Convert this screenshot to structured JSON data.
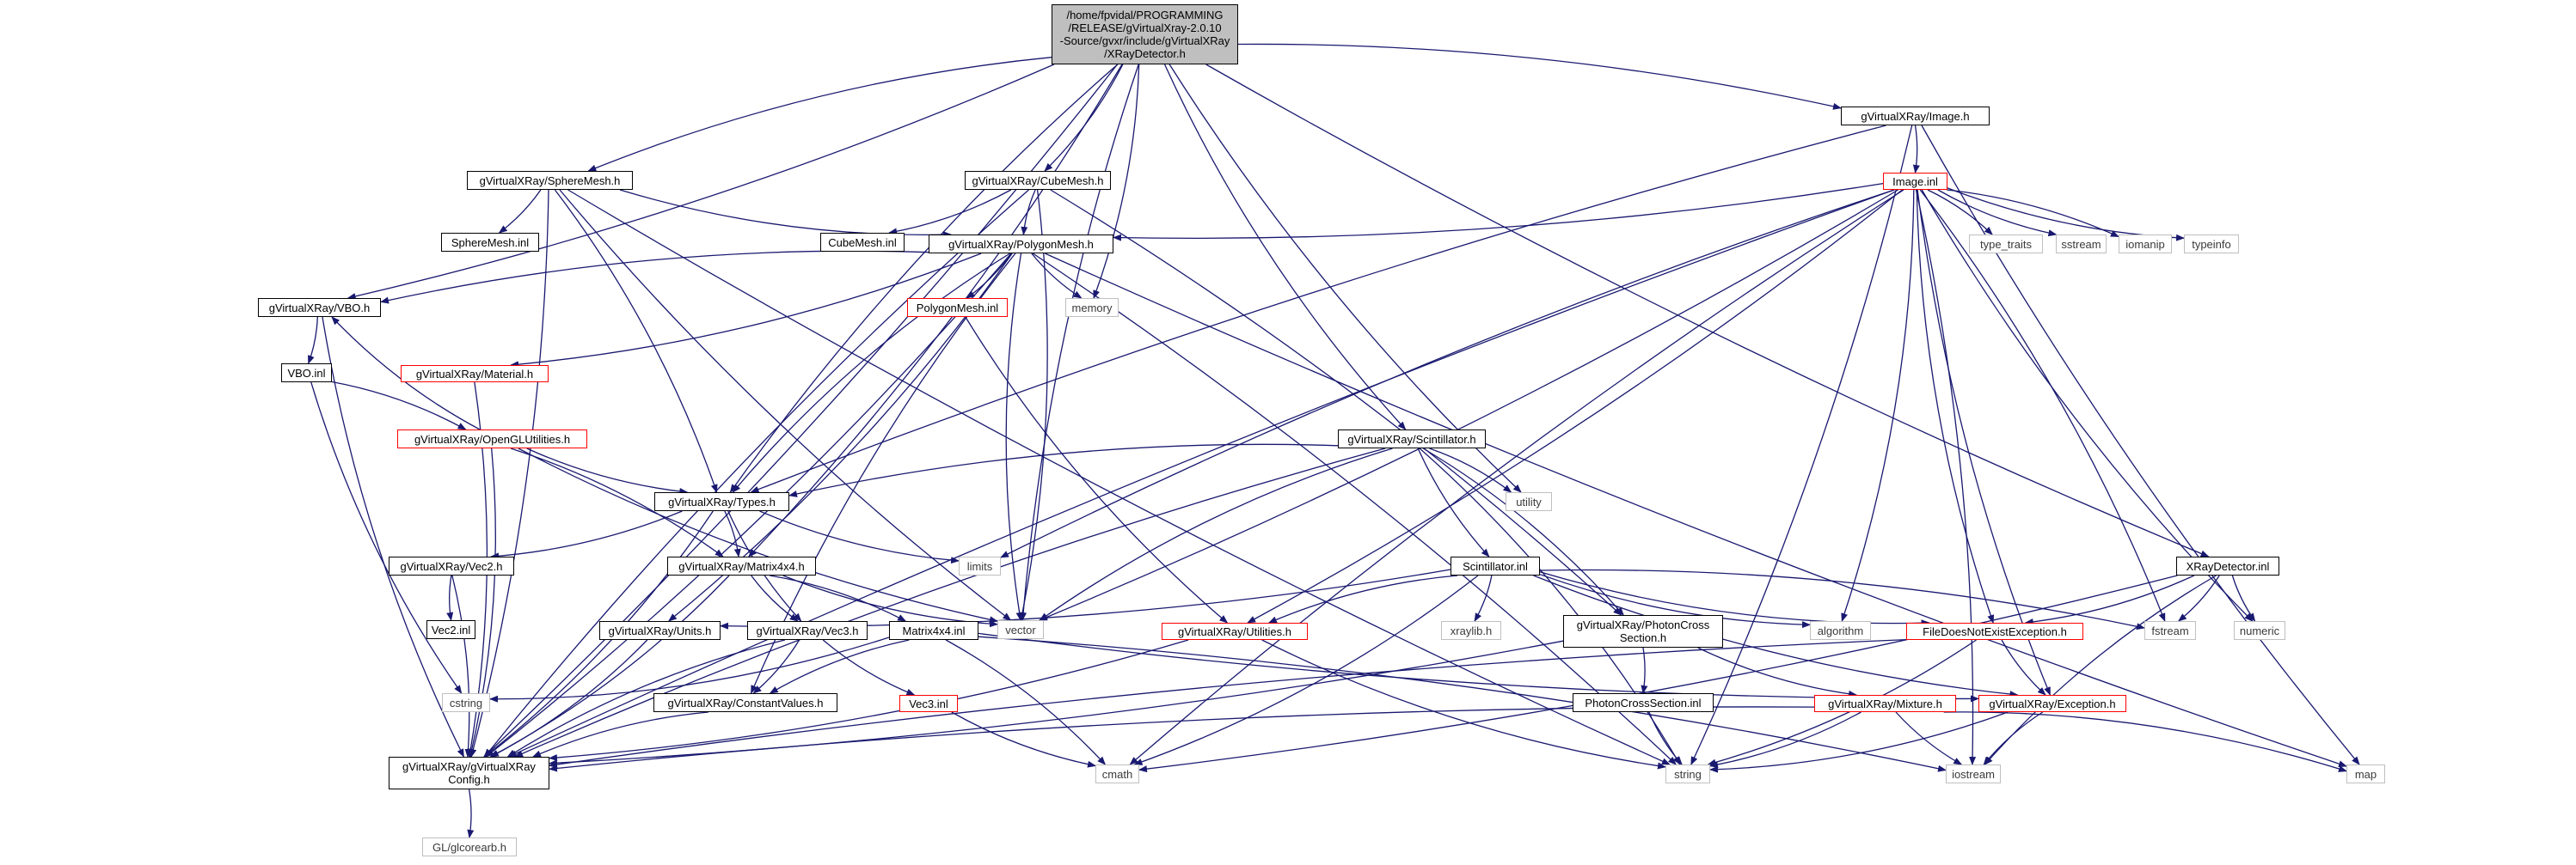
{
  "graph": {
    "colors": {
      "edge": "#191970",
      "normal_border": "#000000",
      "red_border": "#ff0000",
      "gray_border": "#bfbfbf",
      "root_fill": "#bfbfbf"
    },
    "nodes": [
      {
        "id": "root",
        "label": "/home/fpvidal/PROGRAMMING\n/RELEASE/gVirtualXray-2.0.10\n-Source/gvxr/include/gVirtualXRay\n/XRayDetector.h",
        "style": "root"
      },
      {
        "id": "image_h",
        "label": "gVirtualXRay/Image.h",
        "style": "normal"
      },
      {
        "id": "image_inl",
        "label": "Image.inl",
        "style": "red"
      },
      {
        "id": "spheremesh_h",
        "label": "gVirtualXRay/SphereMesh.h",
        "style": "normal"
      },
      {
        "id": "cubemesh_h",
        "label": "gVirtualXRay/CubeMesh.h",
        "style": "normal"
      },
      {
        "id": "spheremesh_inl",
        "label": "SphereMesh.inl",
        "style": "normal"
      },
      {
        "id": "cubemesh_inl",
        "label": "CubeMesh.inl",
        "style": "normal"
      },
      {
        "id": "polygonmesh_h",
        "label": "gVirtualXRay/PolygonMesh.h",
        "style": "normal"
      },
      {
        "id": "type_traits",
        "label": "type_traits",
        "style": "gray"
      },
      {
        "id": "sstream",
        "label": "sstream",
        "style": "gray"
      },
      {
        "id": "iomanip",
        "label": "iomanip",
        "style": "gray"
      },
      {
        "id": "typeinfo",
        "label": "typeinfo",
        "style": "gray"
      },
      {
        "id": "vbo_h",
        "label": "gVirtualXRay/VBO.h",
        "style": "normal"
      },
      {
        "id": "polygonmesh_inl",
        "label": "PolygonMesh.inl",
        "style": "red"
      },
      {
        "id": "memory",
        "label": "memory",
        "style": "gray"
      },
      {
        "id": "vbo_inl",
        "label": "VBO.inl",
        "style": "normal"
      },
      {
        "id": "material_h",
        "label": "gVirtualXRay/Material.h",
        "style": "red"
      },
      {
        "id": "opengl_h",
        "label": "gVirtualXRay/OpenGLUtilities.h",
        "style": "red"
      },
      {
        "id": "scintillator_h",
        "label": "gVirtualXRay/Scintillator.h",
        "style": "normal"
      },
      {
        "id": "utility",
        "label": "utility",
        "style": "gray"
      },
      {
        "id": "types_h",
        "label": "gVirtualXRay/Types.h",
        "style": "normal"
      },
      {
        "id": "limits",
        "label": "limits",
        "style": "gray"
      },
      {
        "id": "vec2_h",
        "label": "gVirtualXRay/Vec2.h",
        "style": "normal"
      },
      {
        "id": "matrix_h",
        "label": "gVirtualXRay/Matrix4x4.h",
        "style": "normal"
      },
      {
        "id": "scint_inl",
        "label": "Scintillator.inl",
        "style": "normal"
      },
      {
        "id": "xraydet_inl",
        "label": "XRayDetector.inl",
        "style": "normal"
      },
      {
        "id": "vector",
        "label": "vector",
        "style": "gray"
      },
      {
        "id": "vec2_inl",
        "label": "Vec2.inl",
        "style": "normal"
      },
      {
        "id": "units_h",
        "label": "gVirtualXRay/Units.h",
        "style": "normal"
      },
      {
        "id": "vec3_h",
        "label": "gVirtualXRay/Vec3.h",
        "style": "normal"
      },
      {
        "id": "matrix_inl",
        "label": "Matrix4x4.inl",
        "style": "normal"
      },
      {
        "id": "utilities_h",
        "label": "gVirtualXRay/Utilities.h",
        "style": "red"
      },
      {
        "id": "xraylib",
        "label": "xraylib.h",
        "style": "gray"
      },
      {
        "id": "algorithm",
        "label": "algorithm",
        "style": "gray"
      },
      {
        "id": "photon_h",
        "label": "gVirtualXRay/PhotonCross\nSection.h",
        "style": "normal"
      },
      {
        "id": "fdne_h",
        "label": "FileDoesNotExistException.h",
        "style": "red"
      },
      {
        "id": "fstream",
        "label": "fstream",
        "style": "gray"
      },
      {
        "id": "numeric",
        "label": "numeric",
        "style": "gray"
      },
      {
        "id": "cstring",
        "label": "cstring",
        "style": "gray"
      },
      {
        "id": "constvalues_h",
        "label": "gVirtualXRay/ConstantValues.h",
        "style": "normal"
      },
      {
        "id": "vec3_inl",
        "label": "Vec3.inl",
        "style": "red"
      },
      {
        "id": "photon_inl",
        "label": "PhotonCrossSection.inl",
        "style": "normal"
      },
      {
        "id": "mixture_h",
        "label": "gVirtualXRay/Mixture.h",
        "style": "red"
      },
      {
        "id": "exception_h",
        "label": "gVirtualXRay/Exception.h",
        "style": "red"
      },
      {
        "id": "config_h",
        "label": "gVirtualXRay/gVirtualXRay\nConfig.h",
        "style": "normal"
      },
      {
        "id": "cmath",
        "label": "cmath",
        "style": "gray"
      },
      {
        "id": "string",
        "label": "string",
        "style": "gray"
      },
      {
        "id": "iostream",
        "label": "iostream",
        "style": "gray"
      },
      {
        "id": "map",
        "label": "map",
        "style": "gray"
      },
      {
        "id": "glcorearb",
        "label": "GL/glcorearb.h",
        "style": "gray"
      }
    ],
    "edges": [
      [
        "root",
        "image_h"
      ],
      [
        "root",
        "spheremesh_h"
      ],
      [
        "root",
        "cubemesh_h"
      ],
      [
        "root",
        "scintillator_h"
      ],
      [
        "root",
        "vbo_h"
      ],
      [
        "root",
        "types_h"
      ],
      [
        "root",
        "matrix_h"
      ],
      [
        "root",
        "vector"
      ],
      [
        "root",
        "memory"
      ],
      [
        "root",
        "utility"
      ],
      [
        "root",
        "config_h"
      ],
      [
        "root",
        "xraydet_inl"
      ],
      [
        "image_h",
        "image_inl"
      ],
      [
        "image_h",
        "types_h"
      ],
      [
        "image_h",
        "string"
      ],
      [
        "image_h",
        "map"
      ],
      [
        "image_inl",
        "type_traits"
      ],
      [
        "image_inl",
        "sstream"
      ],
      [
        "image_inl",
        "iomanip"
      ],
      [
        "image_inl",
        "typeinfo"
      ],
      [
        "image_inl",
        "polygonmesh_h"
      ],
      [
        "image_inl",
        "config_h"
      ],
      [
        "image_inl",
        "vector"
      ],
      [
        "image_inl",
        "limits"
      ],
      [
        "image_inl",
        "utilities_h"
      ],
      [
        "image_inl",
        "cmath"
      ],
      [
        "image_inl",
        "algorithm"
      ],
      [
        "image_inl",
        "fdne_h"
      ],
      [
        "image_inl",
        "fstream"
      ],
      [
        "image_inl",
        "numeric"
      ],
      [
        "image_inl",
        "iostream"
      ],
      [
        "image_inl",
        "exception_h"
      ],
      [
        "spheremesh_h",
        "spheremesh_inl"
      ],
      [
        "spheremesh_h",
        "polygonmesh_h"
      ],
      [
        "spheremesh_h",
        "types_h"
      ],
      [
        "spheremesh_h",
        "vector"
      ],
      [
        "spheremesh_h",
        "config_h"
      ],
      [
        "spheremesh_h",
        "string"
      ],
      [
        "cubemesh_h",
        "cubemesh_inl"
      ],
      [
        "cubemesh_h",
        "polygonmesh_h"
      ],
      [
        "cubemesh_h",
        "vector"
      ],
      [
        "cubemesh_h",
        "config_h"
      ],
      [
        "cubemesh_h",
        "photon_h"
      ],
      [
        "polygonmesh_h",
        "vbo_h"
      ],
      [
        "polygonmesh_h",
        "polygonmesh_inl"
      ],
      [
        "polygonmesh_h",
        "memory"
      ],
      [
        "polygonmesh_h",
        "material_h"
      ],
      [
        "polygonmesh_h",
        "types_h"
      ],
      [
        "polygonmesh_h",
        "units_h"
      ],
      [
        "polygonmesh_h",
        "vector"
      ],
      [
        "polygonmesh_h",
        "string"
      ],
      [
        "polygonmesh_h",
        "map"
      ],
      [
        "polygonmesh_h",
        "config_h"
      ],
      [
        "polygonmesh_h",
        "constvalues_h"
      ],
      [
        "vbo_h",
        "vbo_inl"
      ],
      [
        "vbo_h",
        "config_h"
      ],
      [
        "vbo_inl",
        "opengl_h"
      ],
      [
        "vbo_inl",
        "cstring"
      ],
      [
        "opengl_h",
        "vbo_h"
      ],
      [
        "opengl_h",
        "types_h"
      ],
      [
        "opengl_h",
        "matrix_h"
      ],
      [
        "opengl_h",
        "vector"
      ],
      [
        "opengl_h",
        "config_h"
      ],
      [
        "polygonmesh_inl",
        "utilities_h"
      ],
      [
        "material_h",
        "config_h"
      ],
      [
        "scintillator_h",
        "types_h"
      ],
      [
        "scintillator_h",
        "utility"
      ],
      [
        "scintillator_h",
        "scint_inl"
      ],
      [
        "scintillator_h",
        "photon_h"
      ],
      [
        "scintillator_h",
        "vector"
      ],
      [
        "scintillator_h",
        "string"
      ],
      [
        "scintillator_h",
        "config_h"
      ],
      [
        "types_h",
        "vec2_h"
      ],
      [
        "types_h",
        "vec3_h"
      ],
      [
        "types_h",
        "matrix_h"
      ],
      [
        "types_h",
        "limits"
      ],
      [
        "types_h",
        "config_h"
      ],
      [
        "vec2_h",
        "vec2_inl"
      ],
      [
        "vec2_h",
        "config_h"
      ],
      [
        "matrix_h",
        "vec3_h"
      ],
      [
        "matrix_h",
        "matrix_inl"
      ],
      [
        "matrix_h",
        "vector"
      ],
      [
        "matrix_h",
        "config_h"
      ],
      [
        "vec3_h",
        "vec3_inl"
      ],
      [
        "vec3_h",
        "constvalues_h"
      ],
      [
        "vec3_h",
        "config_h"
      ],
      [
        "matrix_inl",
        "cstring"
      ],
      [
        "matrix_inl",
        "constvalues_h"
      ],
      [
        "matrix_inl",
        "cmath"
      ],
      [
        "matrix_inl",
        "exception_h"
      ],
      [
        "matrix_inl",
        "iostream"
      ],
      [
        "vec3_inl",
        "cmath"
      ],
      [
        "units_h",
        "config_h"
      ],
      [
        "constvalues_h",
        "config_h"
      ],
      [
        "utilities_h",
        "config_h"
      ],
      [
        "utilities_h",
        "string"
      ],
      [
        "scint_inl",
        "units_h"
      ],
      [
        "scint_inl",
        "utilities_h"
      ],
      [
        "scint_inl",
        "xraylib"
      ],
      [
        "scint_inl",
        "algorithm"
      ],
      [
        "scint_inl",
        "cmath"
      ],
      [
        "scint_inl",
        "fdne_h"
      ],
      [
        "scint_inl",
        "fstream"
      ],
      [
        "scint_inl",
        "exception_h"
      ],
      [
        "photon_h",
        "photon_inl"
      ],
      [
        "photon_h",
        "mixture_h"
      ],
      [
        "photon_h",
        "config_h"
      ],
      [
        "photon_inl",
        "string"
      ],
      [
        "mixture_h",
        "string"
      ],
      [
        "mixture_h",
        "iostream"
      ],
      [
        "mixture_h",
        "map"
      ],
      [
        "mixture_h",
        "config_h"
      ],
      [
        "xraydet_inl",
        "fstream"
      ],
      [
        "xraydet_inl",
        "numeric"
      ],
      [
        "xraydet_inl",
        "fdne_h"
      ],
      [
        "xraydet_inl",
        "iostream"
      ],
      [
        "xraydet_inl",
        "cmath"
      ],
      [
        "fdne_h",
        "exception_h"
      ],
      [
        "fdne_h",
        "string"
      ],
      [
        "fdne_h",
        "config_h"
      ],
      [
        "exception_h",
        "string"
      ],
      [
        "exception_h",
        "iostream"
      ],
      [
        "config_h",
        "glcorearb"
      ]
    ]
  }
}
